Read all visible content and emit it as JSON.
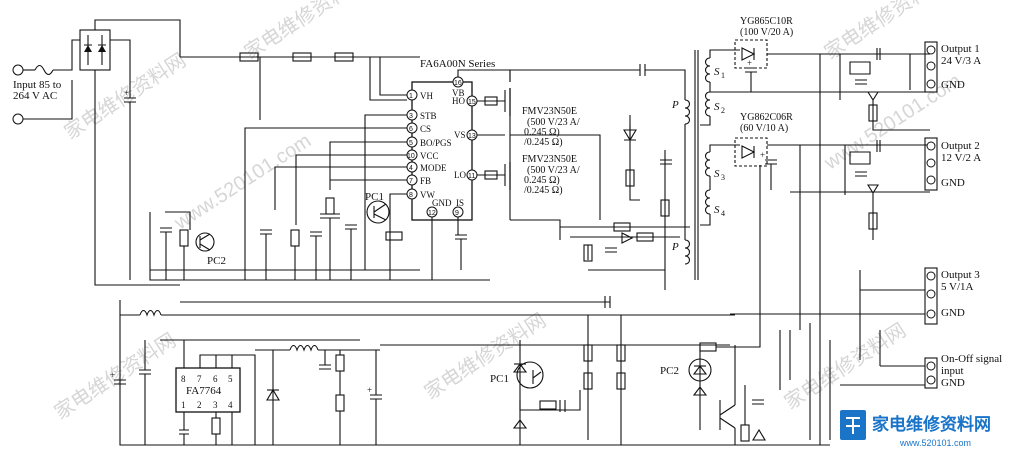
{
  "input": {
    "line1": "Input 85 to",
    "line2": "264 V AC"
  },
  "ic_main": {
    "name": "FA6A00N Series",
    "pins": [
      {
        "no": "1",
        "label": "VH"
      },
      {
        "no": "3",
        "label": "STB"
      },
      {
        "no": "6",
        "label": "CS"
      },
      {
        "no": "5",
        "label": "BO/PGS"
      },
      {
        "no": "10",
        "label": "VCC"
      },
      {
        "no": "4",
        "label": "MODE"
      },
      {
        "no": "7",
        "label": "FB"
      },
      {
        "no": "8",
        "label": "VW"
      }
    ],
    "pin_vb": {
      "no": "16",
      "label": "VB"
    },
    "pin_ho": {
      "no": "15",
      "label": "HO"
    },
    "pin_vs": {
      "no": "13",
      "label": "VS"
    },
    "pin_lo": {
      "no": "11",
      "label": "LO"
    },
    "pin_gnd": {
      "no": "12",
      "label": "GND"
    },
    "pin_is": {
      "no": "9",
      "label": "IS"
    }
  },
  "mosfet_high": {
    "name": "FMV23N50E",
    "rating": "(500 V/23 A/",
    "r1": "0.245 Ω)",
    "r2": "/0.245 Ω)"
  },
  "mosfet_low": {
    "name": "FMV23N50E",
    "rating": "(500 V/23 A/",
    "r1": "0.245 Ω)",
    "r2": "/0.245 Ω)"
  },
  "transformer": {
    "p": "P",
    "s1": "S",
    "s1_sub": "1",
    "s2": "S",
    "s2_sub": "2",
    "s3": "S",
    "s3_sub": "3",
    "s4": "S",
    "s4_sub": "4"
  },
  "diode1": {
    "name": "YG865C10R",
    "rating": "(100 V/20 A)"
  },
  "diode2": {
    "name": "YG862C06R",
    "rating": "(60 V/10 A)"
  },
  "outputs": [
    {
      "title": "Output 1",
      "value": "24 V/3 A",
      "gnd": "GND"
    },
    {
      "title": "Output 2",
      "value": "12 V/2 A",
      "gnd": "GND"
    },
    {
      "title": "Output 3",
      "value": "5 V/1A",
      "gnd": "GND"
    }
  ],
  "onoff": {
    "line1": "On-Off signal",
    "line2": "input",
    "gnd": "GND"
  },
  "ic_standby": {
    "name": "FA7764",
    "pins_top": [
      "8",
      "7",
      "6",
      "5"
    ],
    "pins_bottom": [
      "1",
      "2",
      "3",
      "4"
    ]
  },
  "optos": {
    "pc1_top": "PC1",
    "pc2_top": "PC2",
    "pc1_bottom": "PC1",
    "pc2_bottom": "PC2"
  },
  "watermark": {
    "text1": "家电维修资料网",
    "text2": "www.520101.com"
  },
  "logo": {
    "title": "家电维修资料网",
    "url": "www.520101.com",
    "brand_color": "#1a74c8"
  }
}
